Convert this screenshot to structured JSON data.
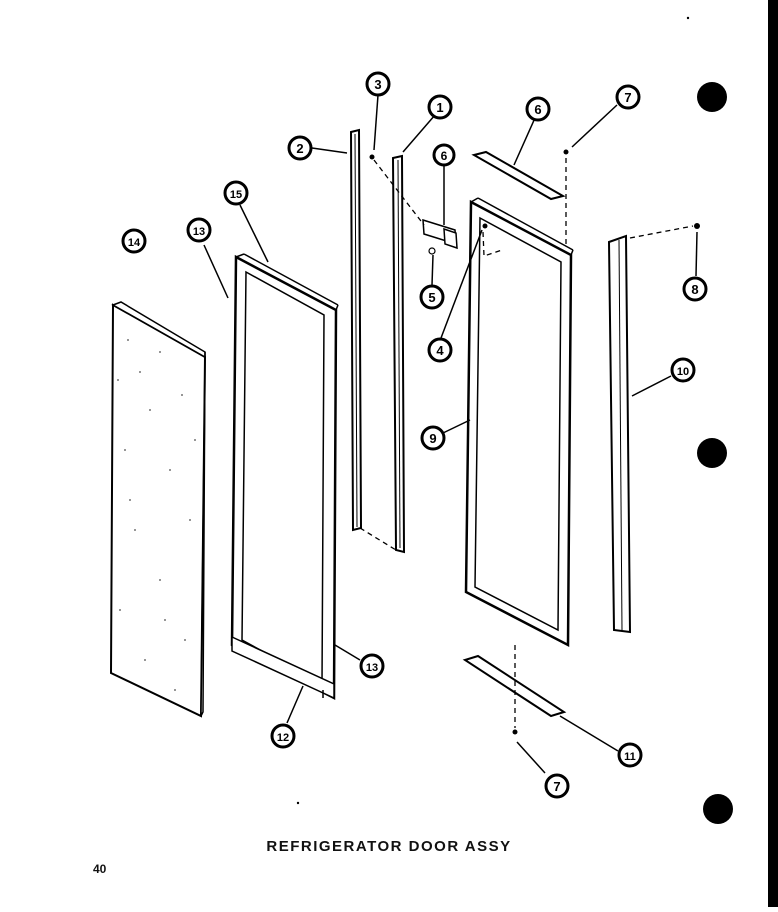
{
  "diagram": {
    "caption": "REFRIGERATOR DOOR ASSY",
    "page_number": "40",
    "callouts": [
      {
        "id": "c1",
        "label": "1"
      },
      {
        "id": "c2",
        "label": "2"
      },
      {
        "id": "c3",
        "label": "3"
      },
      {
        "id": "c4",
        "label": "4"
      },
      {
        "id": "c5",
        "label": "5"
      },
      {
        "id": "c6a",
        "label": "6"
      },
      {
        "id": "c6b",
        "label": "6"
      },
      {
        "id": "c7a",
        "label": "7"
      },
      {
        "id": "c7b",
        "label": "7"
      },
      {
        "id": "c8",
        "label": "8"
      },
      {
        "id": "c9",
        "label": "9"
      },
      {
        "id": "c10",
        "label": "10"
      },
      {
        "id": "c11",
        "label": "11"
      },
      {
        "id": "c12",
        "label": "12"
      },
      {
        "id": "c13a",
        "label": "13"
      },
      {
        "id": "c13b",
        "label": "13"
      },
      {
        "id": "c14",
        "label": "14"
      },
      {
        "id": "c15",
        "label": "15"
      }
    ]
  }
}
